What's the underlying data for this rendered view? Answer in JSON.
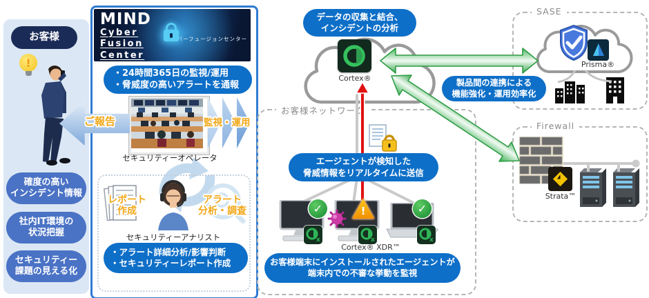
{
  "colors": {
    "bubble_blue": "#0e6fc8",
    "panel_blue": "#dbe7f4",
    "pill_navy": "#1b2b57",
    "pill_blue": "#4a72c5",
    "mind_border": "#2e7bd2",
    "arrow_green": "#3cb354",
    "alert_red": "#e01111",
    "warning_yellow": "#f7b500",
    "label_gray": "#8a8a8a",
    "highlight_yellow": "#f2a818"
  },
  "icons": {
    "check": "✓",
    "warning": "!",
    "banner_lock": "padlock-glow",
    "lightbulb": "idea-bulb",
    "malware": "virus-burst",
    "shield": "shield-check",
    "document_lock": "doc-lock",
    "sync": "cycle-arrows",
    "magnifier": "search-virus"
  },
  "customer_panel": {
    "title": "お客様",
    "report_arrow_label": "ご報告",
    "benefits": [
      {
        "line1": "確度の高い",
        "line2": "インシデント情報"
      },
      {
        "line1": "社内IT環境の",
        "line2": "状況把握"
      },
      {
        "line1": "セキュリティー",
        "line2": "課題の見える化"
      }
    ]
  },
  "mind_center": {
    "banner": {
      "title_lines": [
        "MIND",
        "Cyber",
        "Fusion",
        "Center"
      ],
      "subtitle": "サイバーフュージョンセンター"
    },
    "services": {
      "line1": "・24時間365日の監視/運用",
      "line2": "・脅威度の高いアラートを通報"
    },
    "operator_label": "セキュリティーオペレータ",
    "monitor_arrow_label": "監視・運用",
    "analyst": {
      "report_task": {
        "line1": "レポート",
        "line2": "作成"
      },
      "alert_task": {
        "line1": "アラート",
        "line2": "分析・調査"
      },
      "label": "セキュリティーアナリスト",
      "duties": {
        "line1": "・アラート詳細分析/影響判断",
        "line2": "・セキュリティーレポート作成"
      }
    }
  },
  "cortex_cloud": {
    "bubble": {
      "line1": "データの収集と結合、",
      "line2": "インシデントの分析"
    },
    "label": "Cortex®"
  },
  "customer_network": {
    "label": "お客様ネットワーク",
    "agent_bubble": {
      "line1": "エージェントが検知した",
      "line2": "脅威情報をリアルタイムに送信"
    },
    "xdr_label": "Cortex® XDR™",
    "monitor_bubble": {
      "line1": "お客様端末にインストールされたエージェントが",
      "line2": "端末内での不審な挙動を監視"
    },
    "devices": [
      {
        "status": "safe"
      },
      {
        "status": "alert"
      },
      {
        "status": "safe"
      }
    ]
  },
  "integration_bubble": {
    "line1": "製品間の連携による",
    "line2": "機能強化・運用効率化"
  },
  "sase": {
    "label": "SASE",
    "product_label": "Prisma®"
  },
  "firewall": {
    "label": "Firewall",
    "product_label": "Strata™"
  }
}
